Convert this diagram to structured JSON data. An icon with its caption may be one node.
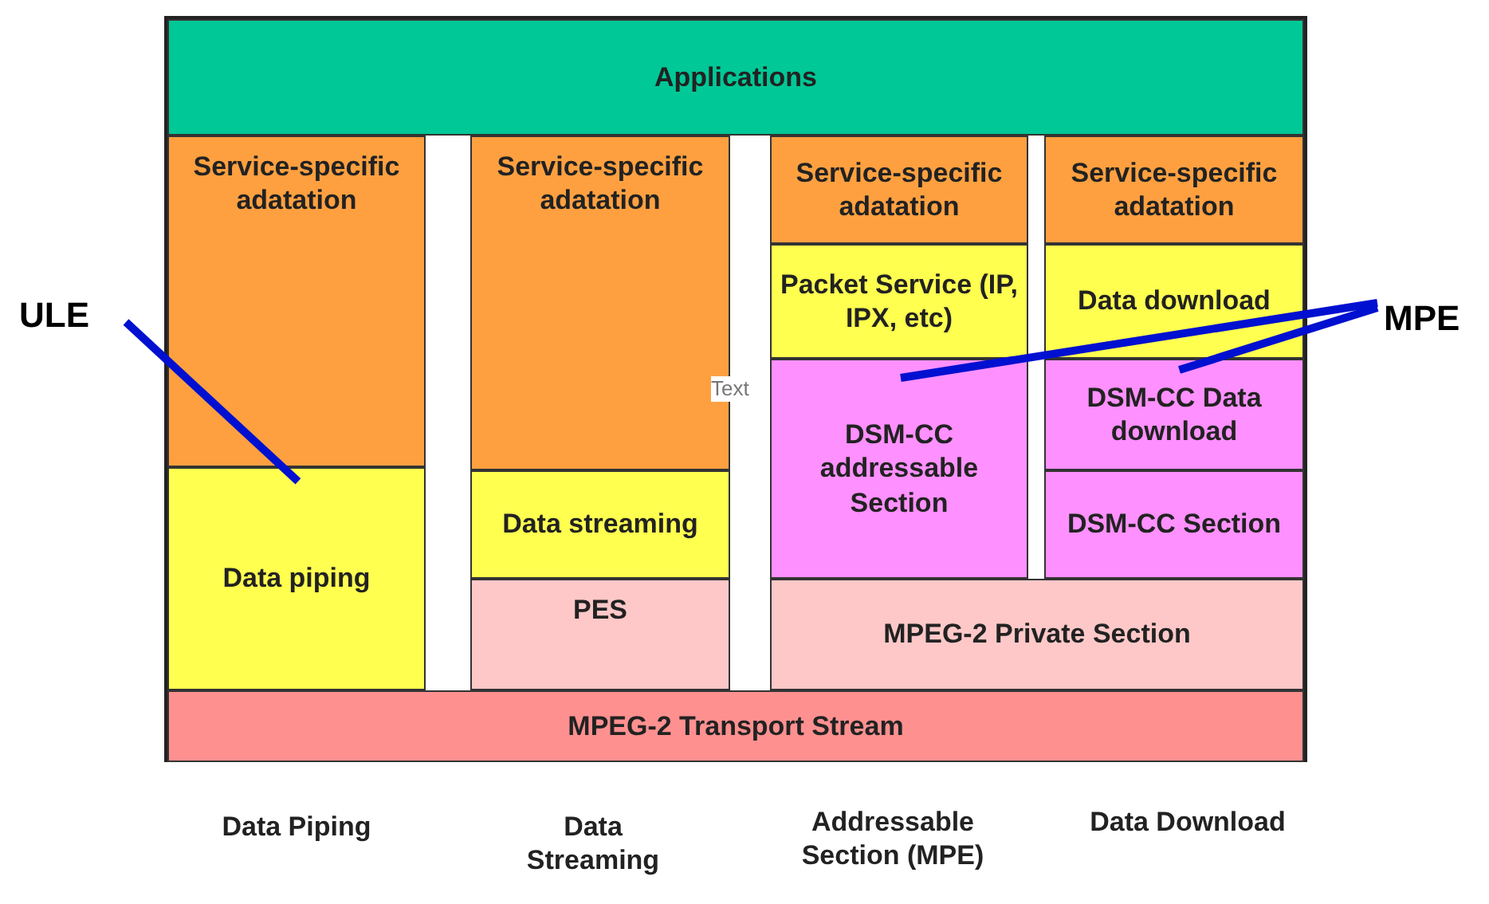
{
  "diagram": {
    "nodes": [
      {
        "text": [
          "Applications"
        ]
      },
      {
        "text": [
          "Service-specific adatation"
        ]
      },
      {
        "text": [
          "Data piping"
        ]
      },
      {
        "text": [
          "Service-specific adatation"
        ]
      },
      {
        "text": [
          "Data streaming"
        ]
      },
      {
        "text": [
          "PES"
        ]
      },
      {
        "text": [
          "Service-specific adatation"
        ]
      },
      {
        "text": [
          "Packet Service (IP, IPX, etc)"
        ]
      },
      {
        "text": [
          "DSM-CC addressable Section"
        ]
      },
      {
        "text": [
          "Service-specific adatation"
        ]
      },
      {
        "text": [
          "Data download"
        ]
      },
      {
        "text": [
          "DSM-CC Data download"
        ]
      },
      {
        "text": [
          "DSM-CC Section"
        ]
      },
      {
        "text": [
          "MPEG-2 Private Section"
        ]
      },
      {
        "text": [
          "MPEG-2 Transport Stream"
        ]
      },
      {
        "text": [
          "ULE"
        ]
      },
      {
        "text": [
          "MPE"
        ]
      }
    ],
    "edges": [
      {
        "from": 15,
        "to": 2,
        "arrow": "none"
      },
      {
        "from": 16,
        "to": 8,
        "arrow": "none"
      },
      {
        "from": 16,
        "to": 11,
        "arrow": "none"
      }
    ],
    "labels": [
      "Text",
      "Data Piping",
      "Data Streaming",
      "Addressable Section (MPE)",
      "Data Download"
    ]
  }
}
